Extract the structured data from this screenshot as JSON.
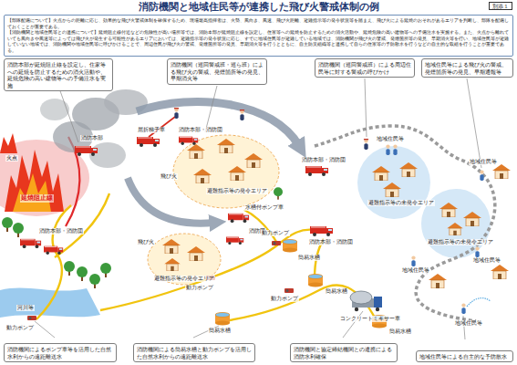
{
  "diagram": {
    "title": "消防機関と地域住民等が連携した飛び火警戒体制の例",
    "nodes": [
      {
        "text": [
          "【部隊配備について】火点からの距離に応じ、効果的な飛び火警戒体制を確保するため、現場最高指揮者は、火勢、風向き、風速、飛び火距離、避難指示等の発令状況等を踏まえ、飛び火による延焼のおそれがあるエリアを判断し、部隊を配備しておくことが重要である。",
          "【消防機関と地域住民等との連携について】延焼阻止線付近などの危険性が高い場所等では、消防本部が延焼阻止線を設定し、住家等への延焼を防止するための消火活動や、延焼危険の高い建物等への予備注水を実施する。また、火点から離れていても風向きや風速等によっては飛び火が発生する可能性があるエリアにおいては、避難指示等の発令状況に応じ、すでに地域住民等が避難している地域では、消防機関が飛び火の警戒、発煙箇所等の発見、早期消火等を行い、地域住民等が避難していない地域では、消防機関や地域住民等に呼びかけることで、周辺住民が飛び火の警戒、発煙箇所等の発見、早期消火等を行うとともに、自主防災組織等と連携して自らの住家等の予防散水を行うなどの自主的な取組を行うことが重要である。"
        ]
      },
      {
        "text": [
          "消防本部が延焼阻止線を設定し、住家等への延焼を防止するための消火活動や、延焼危険の高い建物等への予備注水を実施"
        ]
      },
      {
        "text": [
          "消防機関（巡回警戒班・巡ら班）による飛び火の警戒、発煙箇所等の発見、早期消火等"
        ]
      },
      {
        "text": [
          "消防機関（巡回警戒班）による周辺住民等に対する警戒の呼びかけ"
        ]
      },
      {
        "text": [
          "地域住民等による飛び火の警戒、発煙箇所等の発見、早期通報等"
        ]
      },
      {
        "text": [
          "消防機関によるポンプ車等を活用した自然水利からの遠距離送水"
        ]
      },
      {
        "text": [
          "消防機関による簡易水槽と動力ポンプを活用した自然水利からの遠距離送水"
        ]
      },
      {
        "text": [
          "消防機関と協定締結機関との連携による消防水利確保"
        ]
      },
      {
        "text": [
          "地域住民等による自主的な予防散水"
        ]
      }
    ],
    "labels": [
      "別添１",
      "火点",
      "延焼阻止線",
      "消防本部",
      "屈折梯子車",
      "消防本部・消防団",
      "飛び火",
      "避難指示等の発令エリア",
      "水槽付ポンプ車",
      "消防団",
      "避難指示等の発令エリア",
      "飛び火",
      "消防本部・消防団",
      "河川等",
      "動力ポンプ",
      "動力ポンプ",
      "動力ポンプ",
      "簡易水槽",
      "簡易水槽",
      "動力ポンプ",
      "簡易水槽",
      "消防本部・消防団",
      "消防本部・消防団",
      "地域住民等",
      "避難指示等の未発令エリア",
      "地域住民等",
      "避難指示等の未発令エリア",
      "地域住民等",
      "地域住民等",
      "コンクリートミキサー車",
      "簡易水槽",
      "地域住民等"
    ]
  }
}
